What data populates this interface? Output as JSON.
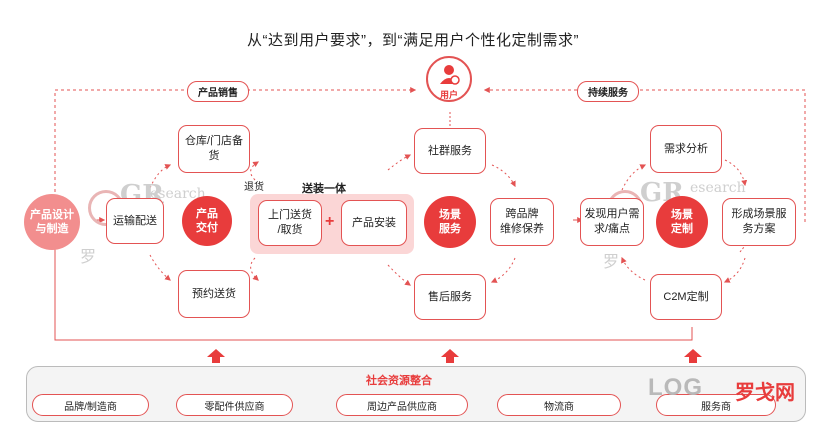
{
  "title": "从“达到用户要求”，到“满足用户个性化定制需求”",
  "user_label": "用户",
  "top_labels": {
    "sales": "产品销售",
    "service": "持续服务"
  },
  "nodes": {
    "design_mfg": "产品设计\n与制造",
    "transport": "运输配送",
    "delivery": "产品\n交付",
    "warehouse": "仓库/门店备\n货",
    "appointment": "预约送货",
    "return": "退货",
    "bundle_title": "送装一体",
    "door": "上门送货\n/取货",
    "plus": "+",
    "install": "产品安装",
    "scene_service": "场景\n服务",
    "community": "社群服务",
    "aftersales": "售后服务",
    "crossbrand": "跨品牌\n维修保养",
    "discover": "发现用户需\n求/痛点",
    "scene_custom": "场景\n定制",
    "demand": "需求分析",
    "solution": "形成场景服\n务方案",
    "c2m": "C2M定制"
  },
  "resources": {
    "title": "社会资源整合",
    "items": [
      "品牌/制造商",
      "零配件供应商",
      "周边产品供应商",
      "物流商",
      "服务商"
    ]
  },
  "watermarks": {
    "gr": "GR",
    "research": "esearch",
    "luo": "罗",
    "log": "LOG",
    "logo_cn": "罗戈网"
  },
  "colors": {
    "accent": "#e83c3c",
    "pink": "#f28e8e",
    "band": "#fbd6d6",
    "border": "#e35353"
  }
}
